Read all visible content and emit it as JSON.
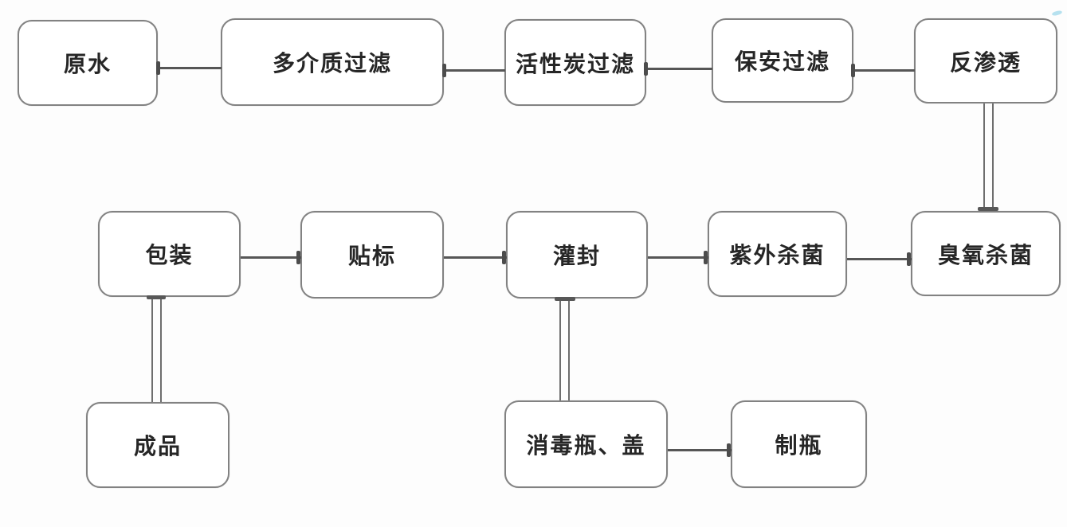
{
  "diagram": {
    "description": "Bottled water production process flowchart",
    "nodes": {
      "raw_water": {
        "label": "原水"
      },
      "multi_media_filter": {
        "label": "多介质过滤"
      },
      "activated_carbon": {
        "label": "活性炭过滤"
      },
      "security_filter": {
        "label": "保安过滤"
      },
      "reverse_osmosis": {
        "label": "反渗透"
      },
      "ozone_sterilization": {
        "label": "臭氧杀菌"
      },
      "uv_sterilization": {
        "label": "紫外杀菌"
      },
      "filling_sealing": {
        "label": "灌封"
      },
      "labeling": {
        "label": "贴标"
      },
      "packaging": {
        "label": "包装"
      },
      "finished_product": {
        "label": "成品"
      },
      "disinfect_bottle_cap": {
        "label": "消毒瓶、盖"
      },
      "bottle_making": {
        "label": "制瓶"
      }
    },
    "connections": [
      {
        "from": "raw_water",
        "to": "multi_media_filter",
        "style": "single-line"
      },
      {
        "from": "multi_media_filter",
        "to": "activated_carbon",
        "style": "single-line"
      },
      {
        "from": "activated_carbon",
        "to": "security_filter",
        "style": "single-line"
      },
      {
        "from": "security_filter",
        "to": "reverse_osmosis",
        "style": "single-line"
      },
      {
        "from": "reverse_osmosis",
        "to": "ozone_sterilization",
        "style": "double-line-vertical"
      },
      {
        "from": "ozone_sterilization",
        "to": "uv_sterilization",
        "style": "single-line"
      },
      {
        "from": "uv_sterilization",
        "to": "filling_sealing",
        "style": "single-line"
      },
      {
        "from": "filling_sealing",
        "to": "labeling",
        "style": "single-line"
      },
      {
        "from": "labeling",
        "to": "packaging",
        "style": "single-line"
      },
      {
        "from": "packaging",
        "to": "finished_product",
        "style": "double-line-vertical"
      },
      {
        "from": "filling_sealing",
        "to": "disinfect_bottle_cap",
        "style": "double-line-vertical"
      },
      {
        "from": "disinfect_bottle_cap",
        "to": "bottle_making",
        "style": "single-line"
      }
    ],
    "colors": {
      "background": "#fdfdfd",
      "node_fill": "#ffffff",
      "node_border": "#828282",
      "line": "#565656",
      "text": "#262626",
      "watermark": "#a9dcec"
    }
  }
}
